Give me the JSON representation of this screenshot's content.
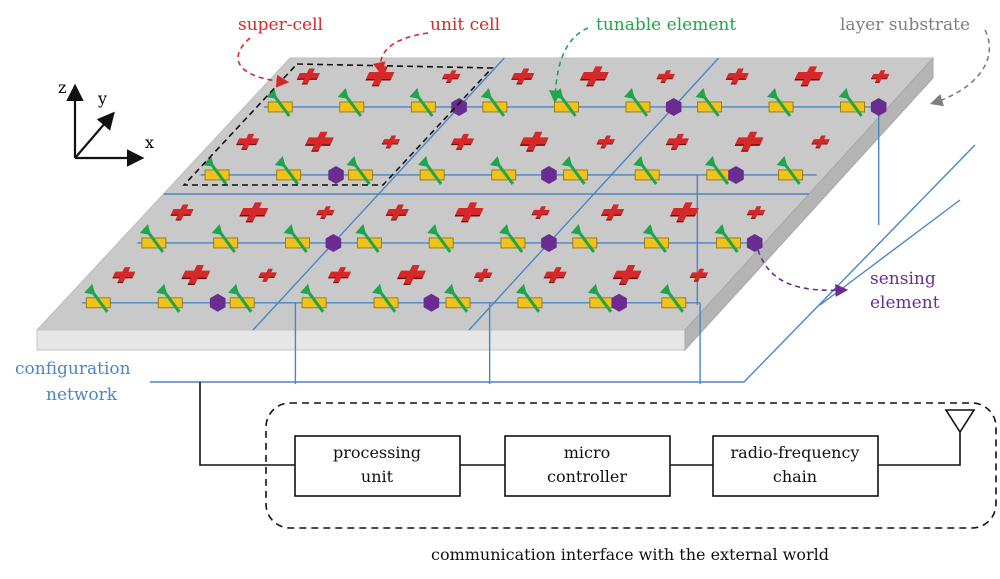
{
  "labels": {
    "super_cell": "super-cell",
    "unit_cell": "unit cell",
    "tunable_element": "tunable element",
    "layer_substrate": "layer substrate",
    "sensing_element_line1": "sensing",
    "sensing_element_line2": "element",
    "config_line1": "configuration",
    "config_line2": "network",
    "interface_caption": "communication interface with the external world"
  },
  "axes": {
    "z": "z",
    "y": "y",
    "x": "x"
  },
  "blocks": [
    {
      "line1": "processing",
      "line2": "unit"
    },
    {
      "line1": "micro",
      "line2": "controller"
    },
    {
      "line1": "radio-frequency",
      "line2": "chain"
    }
  ],
  "colors": {
    "red": "#d62828",
    "green": "#1fa54a",
    "blue": "#4a86c5",
    "purple": "#6a2c91",
    "yellow": "#f1c21b",
    "gray_label": "#7f7f7f",
    "substrate": "#c9c9c9"
  },
  "icons": [
    "antenna-icon",
    "cross-element-icon",
    "arrow-element-icon",
    "sensor-hexagon-icon"
  ]
}
